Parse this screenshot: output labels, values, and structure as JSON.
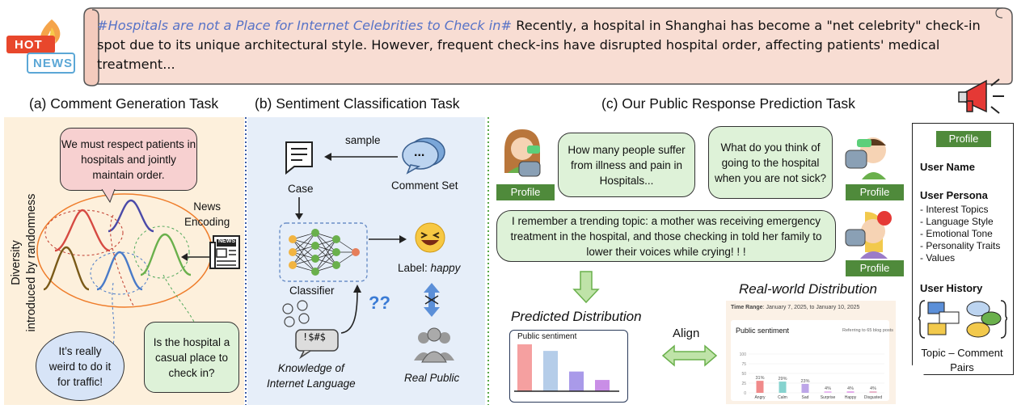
{
  "banner": {
    "badge_hot": "HOT",
    "badge_news": "NEWS",
    "hashtag": "#Hospitals are not a Place for Internet Celebrities to Check in#",
    "text": " Recently, a hospital in Shanghai has become a \"net celebrity\" check-in spot due to its unique architectural style. However, frequent check-ins have disrupted hospital order, affecting patients' medical treatment..."
  },
  "sections": {
    "a_title": "(a) Comment Generation Task",
    "b_title": "(b) Sentiment Classification Task",
    "c_title": "(c) Our Public Response Prediction Task"
  },
  "panel_a": {
    "vertical_label_1": "Diversity",
    "vertical_label_2": "introduced by randomness",
    "bubble_top": "We must respect patients in hospitals and jointly maintain order.",
    "news_label_1": "News",
    "news_label_2": "Encoding",
    "news_icon_text": "NEWS",
    "bubble_blue": "It’s really weird to do it for traffic!",
    "bubble_green": "Is the hospital a casual place to check in?"
  },
  "panel_b": {
    "sample": "sample",
    "comment_set": "Comment Set",
    "case": "Case",
    "classifier": "Classifier",
    "label_prefix": "Label: ",
    "label_value": "happy",
    "knowledge_1": "Knowledge of",
    "knowledge_2": "Internet Language",
    "real_public": "Real Public",
    "dots": "...",
    "symbols": "!$#$",
    "question": "??"
  },
  "panel_c": {
    "bubble_1": "How many people suffer from illness and pain in Hospitals...",
    "bubble_2": "What do you think of going to the hospital when you are not sick?",
    "bubble_3": "I remember a trending topic: a mother was receiving emergency treatment in the hospital, and those checking in told her family to lower their voices while crying! ! !",
    "profile_tag": "Profile",
    "predicted_title": "Predicted Distribution",
    "predicted_chart_label": "Public sentiment",
    "align": "Align",
    "realworld_title": "Real-world Distribution",
    "time_range_label": "Time Range",
    "time_range_value": ": January 7, 2025, to January 10, 2025",
    "rw_chart_title": "Public sentiment",
    "rw_chart_note": "Referring to 65 blog posts",
    "profile_card": {
      "header": "Profile",
      "user_name": "User Name",
      "persona_title": "User Persona",
      "persona_items": [
        "- Interest Topics",
        "- Language Style",
        "- Emotional Tone",
        "- Personality Traits",
        "- Values"
      ],
      "history_title": "User History",
      "history_caption_1": "Topic – Comment",
      "history_caption_2": "Pairs"
    }
  },
  "chart_data": [
    {
      "type": "bar",
      "title": "Public sentiment",
      "categories": [
        "",
        "",
        "",
        ""
      ],
      "values": [
        100,
        86,
        42,
        24
      ],
      "colors": [
        "#f5a0a0",
        "#b5cde9",
        "#a99ae9",
        "#c98ee6"
      ]
    },
    {
      "type": "bar",
      "title": "Public sentiment",
      "categories": [
        "Angry",
        "Calm",
        "Sad",
        "Surprise",
        "Happy",
        "Disgusted"
      ],
      "values": [
        31,
        29,
        23,
        4,
        4,
        4
      ],
      "value_labels": [
        "31%",
        "29%",
        "23%",
        "4%",
        "4%",
        "4%"
      ],
      "yticks": [
        "100",
        "75",
        "50",
        "25",
        "0"
      ],
      "ylim": [
        0,
        100
      ],
      "colors": [
        "#f08a8a",
        "#86d3cf",
        "#bda6e8",
        "#e8b8f0",
        "#e4a8ea",
        "#e9b2c8"
      ]
    }
  ],
  "colors": {
    "banner_fill": "#f8ddd3",
    "panel_a": "#fdf0dc",
    "panel_b": "#e6eef9",
    "profile_green": "#4f8a3b",
    "hashtag": "#5873c7"
  }
}
